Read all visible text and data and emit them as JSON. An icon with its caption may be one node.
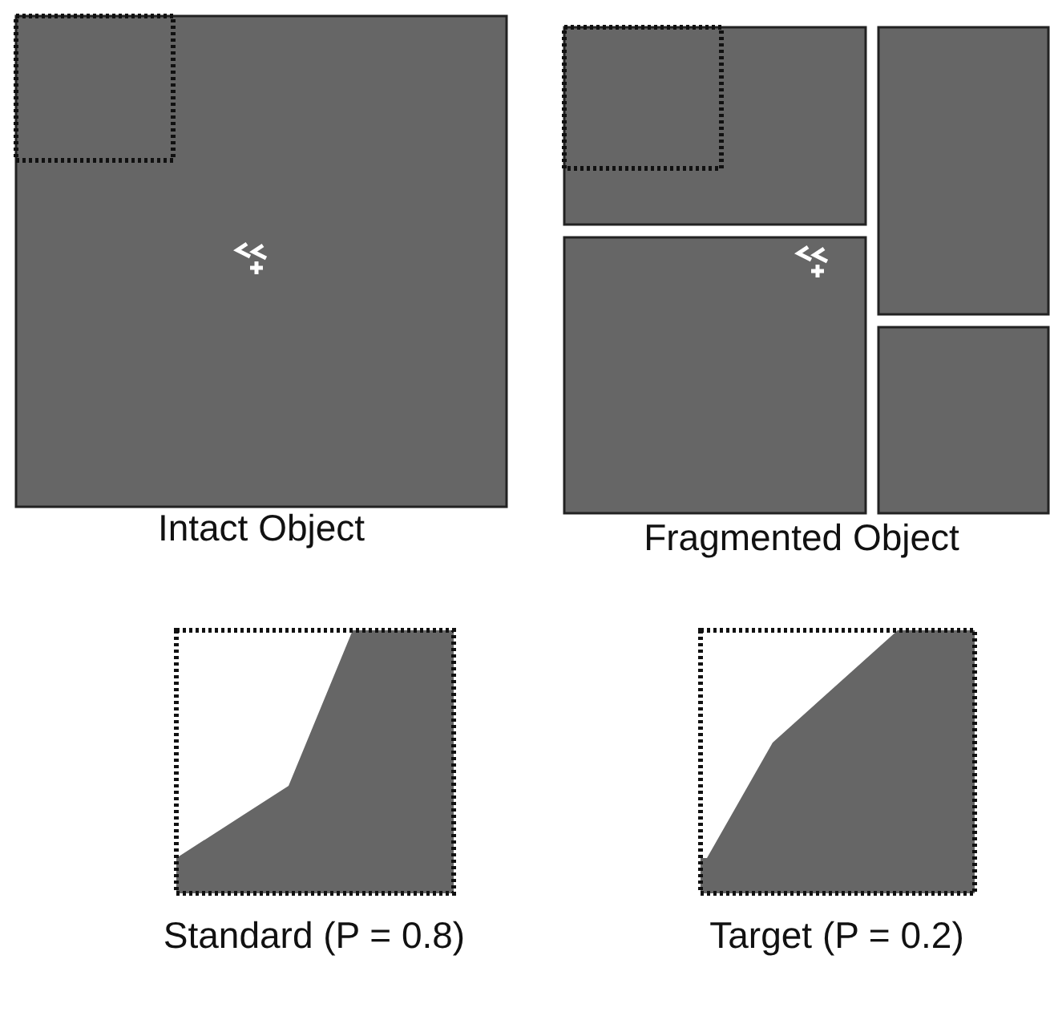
{
  "diagram": {
    "labels": [
      "Intact Object",
      "Fragmented Object",
      "Standard (P = 0.8)",
      "Target (P = 0.2)"
    ]
  }
}
